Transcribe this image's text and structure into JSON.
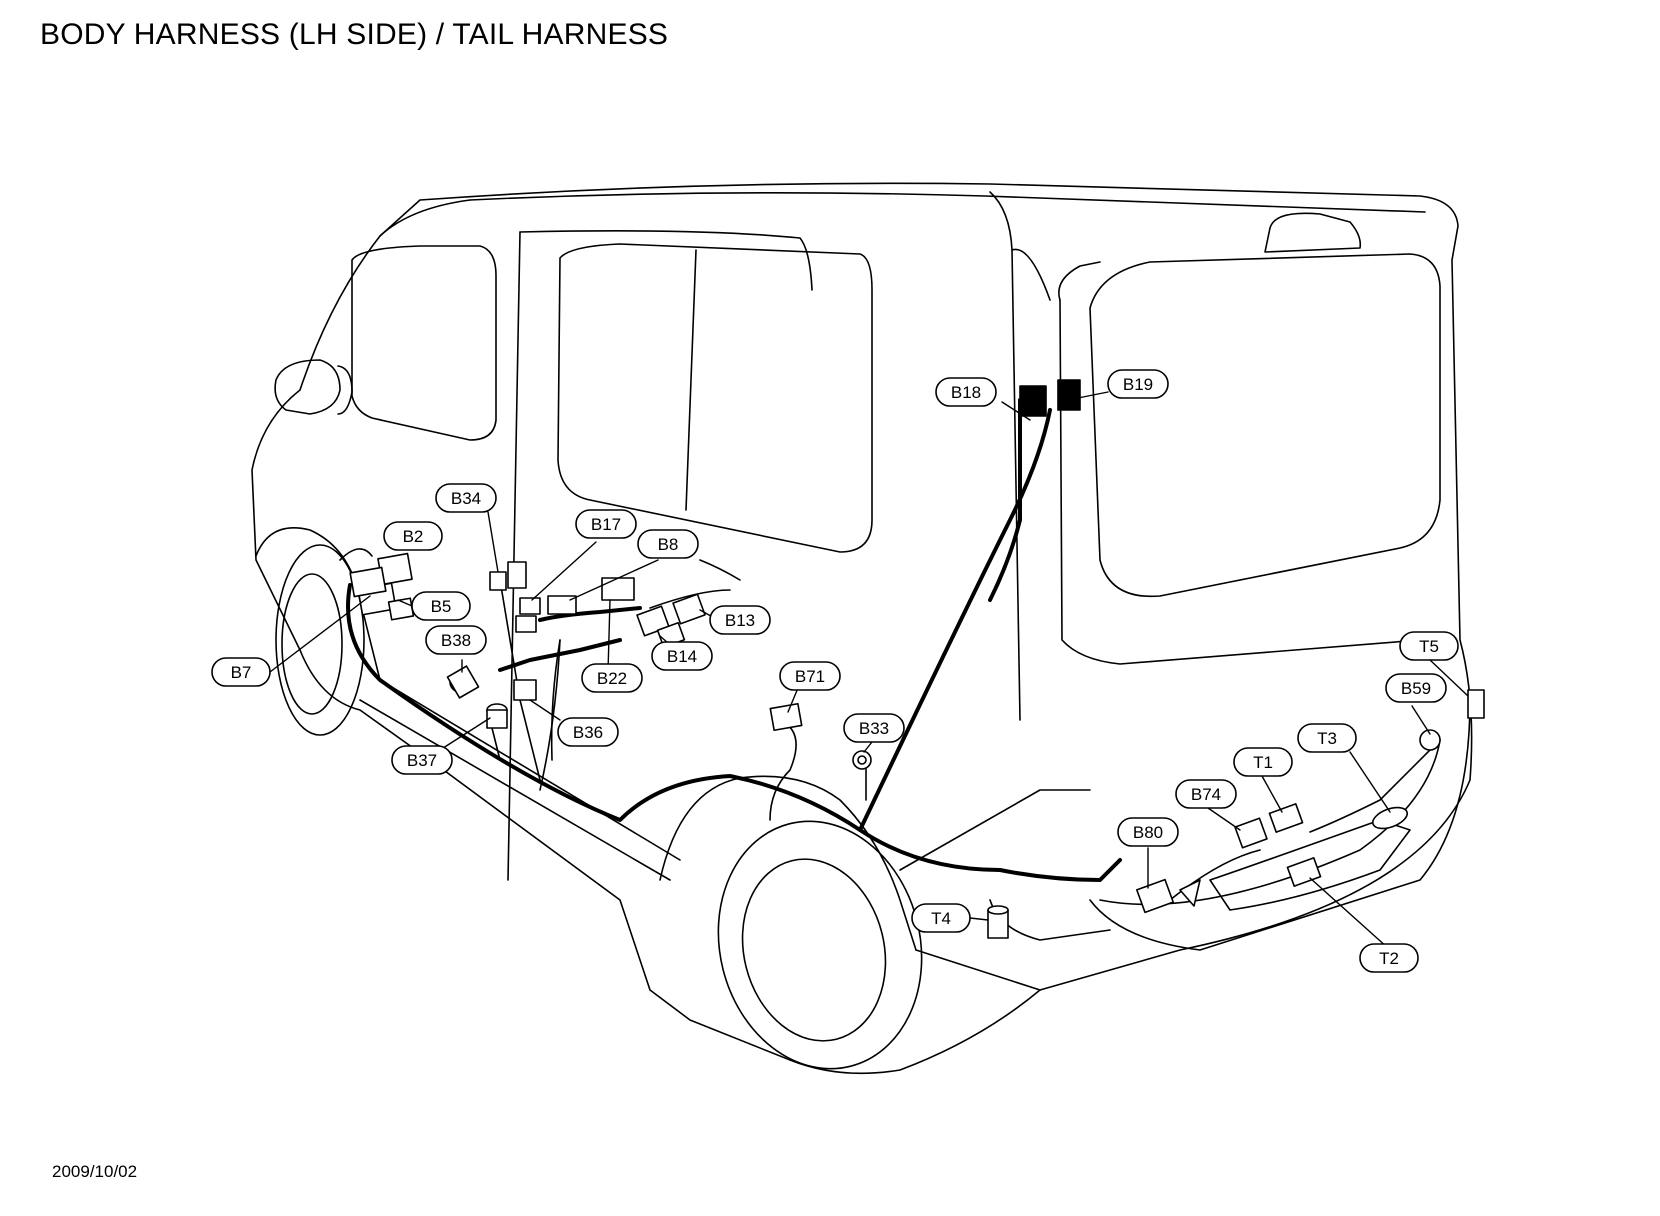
{
  "title": "BODY HARNESS (LH SIDE) / TAIL HARNESS",
  "date": "2009/10/02",
  "callouts": {
    "B2": "B2",
    "B5": "B5",
    "B7": "B7",
    "B8": "B8",
    "B13": "B13",
    "B14": "B14",
    "B17": "B17",
    "B18": "B18",
    "B19": "B19",
    "B22": "B22",
    "B33": "B33",
    "B34": "B34",
    "B36": "B36",
    "B37": "B37",
    "B38": "B38",
    "B59": "B59",
    "B71": "B71",
    "B74": "B74",
    "B80": "B80",
    "T1": "T1",
    "T2": "T2",
    "T3": "T3",
    "T4": "T4",
    "T5": "T5"
  }
}
